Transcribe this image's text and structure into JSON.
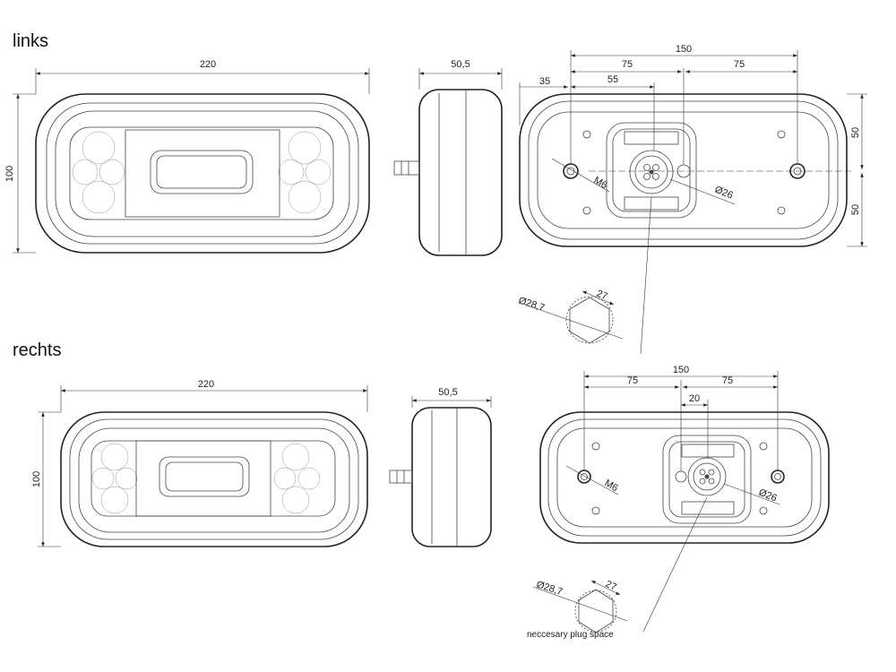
{
  "views": {
    "left": {
      "label": "links",
      "front": {
        "width": "220",
        "height": "100"
      },
      "side": {
        "depth": "50,5"
      },
      "rear": {
        "bolt_spacing": "150",
        "half_left": "75",
        "half_right": "75",
        "connector_offset": "55",
        "edge_offset": "35",
        "height_top": "50",
        "height_bottom": "50",
        "bolt": "M6",
        "connector_dia": "Ø26"
      },
      "plug": {
        "dia": "Ø28,7",
        "across_flats": "27"
      }
    },
    "right": {
      "label": "rechts",
      "front": {
        "width": "220",
        "height": "100"
      },
      "side": {
        "depth": "50,5"
      },
      "rear": {
        "bolt_spacing": "150",
        "half_left": "75",
        "half_right": "75",
        "connector_offset": "20",
        "bolt": "M6",
        "connector_dia": "Ø26"
      },
      "plug": {
        "dia": "Ø28,7",
        "across_flats": "27",
        "note": "neccesary plug space"
      }
    }
  }
}
